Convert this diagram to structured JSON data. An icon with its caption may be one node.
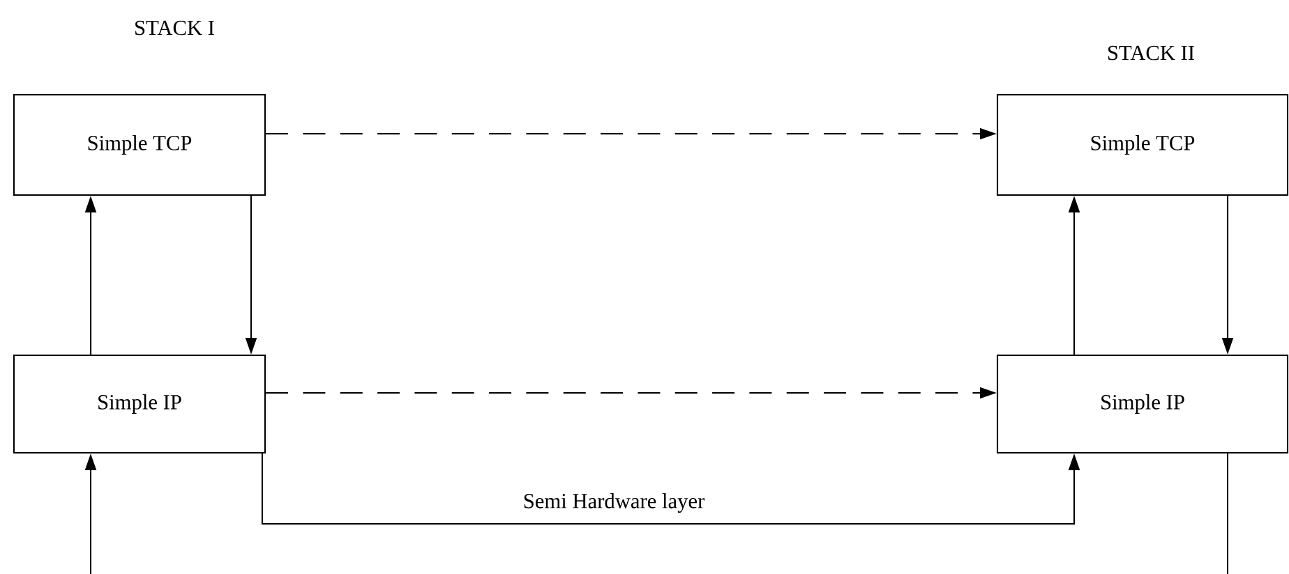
{
  "diagram": {
    "nodes": [
      {
        "text": [
          "Simple TCP"
        ]
      },
      {
        "text": [
          "Simple IP"
        ]
      },
      {
        "text": [
          "Simple TCP"
        ]
      },
      {
        "text": [
          "Simple IP"
        ]
      }
    ],
    "edges": [
      {
        "from": 0,
        "to": 2,
        "arrow": "to",
        "style": "dashed"
      },
      {
        "from": 1,
        "to": 3,
        "arrow": "to",
        "style": "dashed"
      },
      {
        "from": 1,
        "to": 0,
        "arrow": "to"
      },
      {
        "from": 0,
        "to": 1,
        "arrow": "to"
      },
      {
        "from": 3,
        "to": 2,
        "arrow": "to"
      },
      {
        "from": 2,
        "to": 3,
        "arrow": "to"
      },
      {
        "from": 1,
        "to": 3,
        "arrow": "to",
        "label": "Semi Hardware layer"
      },
      {
        "from": null,
        "to": 1,
        "arrow": "to"
      },
      {
        "from": 3,
        "to": null,
        "arrow": "none"
      }
    ],
    "labels": [
      "STACK I",
      "STACK II"
    ]
  }
}
